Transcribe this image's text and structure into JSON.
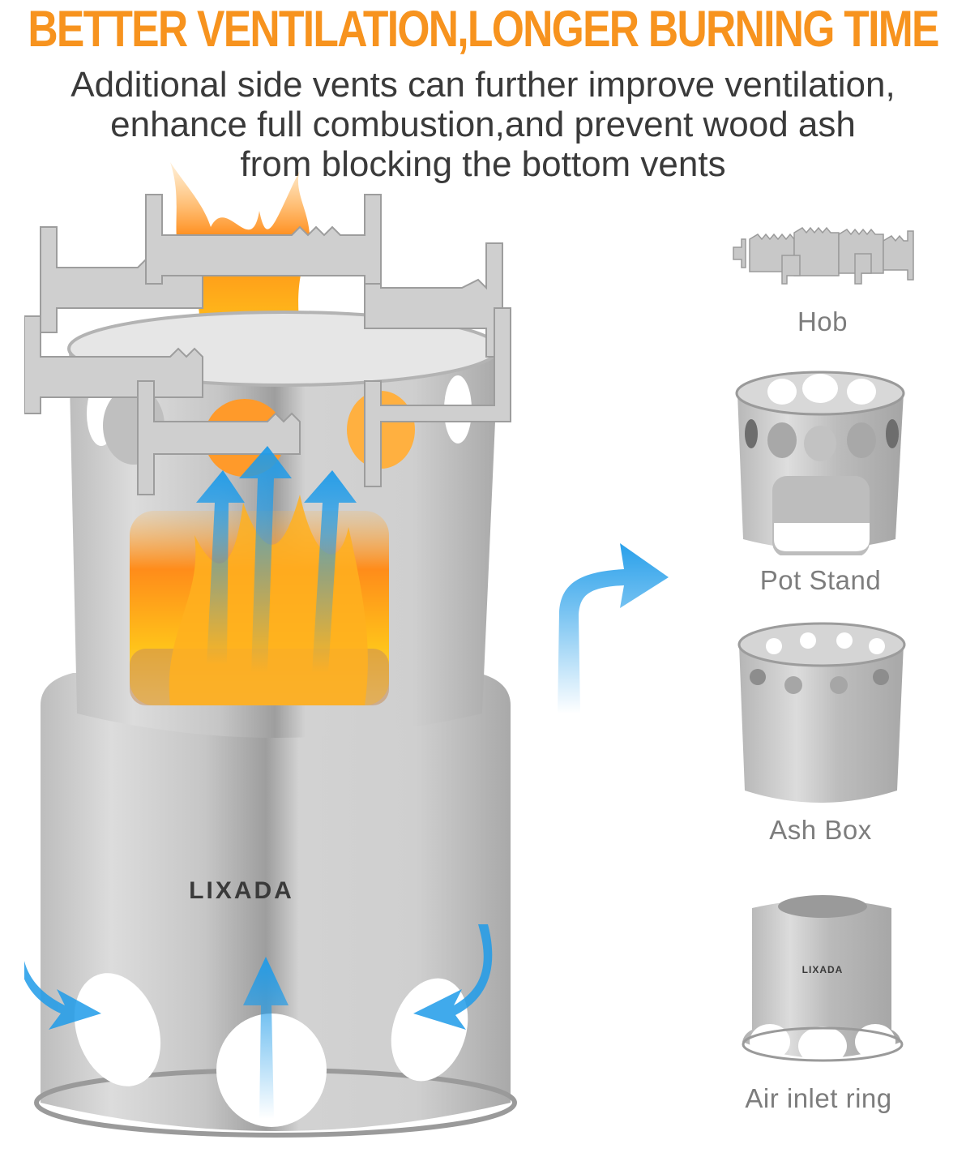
{
  "headline": "BETTER VENTILATION,LONGER BURNING TIME",
  "description": {
    "lines": [
      "Additional side vents can further improve ventilation,",
      "enhance full combustion,and prevent wood ash",
      "from blocking the bottom vents"
    ]
  },
  "brand": {
    "logo_text": "LIXADA"
  },
  "parts": [
    {
      "label": "Hob",
      "icon": "hob-grate-icon"
    },
    {
      "label": "Pot Stand",
      "icon": "pot-stand-icon"
    },
    {
      "label": "Ash Box",
      "icon": "ash-box-icon"
    },
    {
      "label": "Air inlet ring",
      "icon": "air-inlet-ring-icon"
    }
  ],
  "colors": {
    "headline_orange": "#f7931e",
    "text_dark": "#3a3a3a",
    "label_gray": "#7d7d7d",
    "arrow_blue": "#1e9be9",
    "steel": "#c7c7c7"
  }
}
